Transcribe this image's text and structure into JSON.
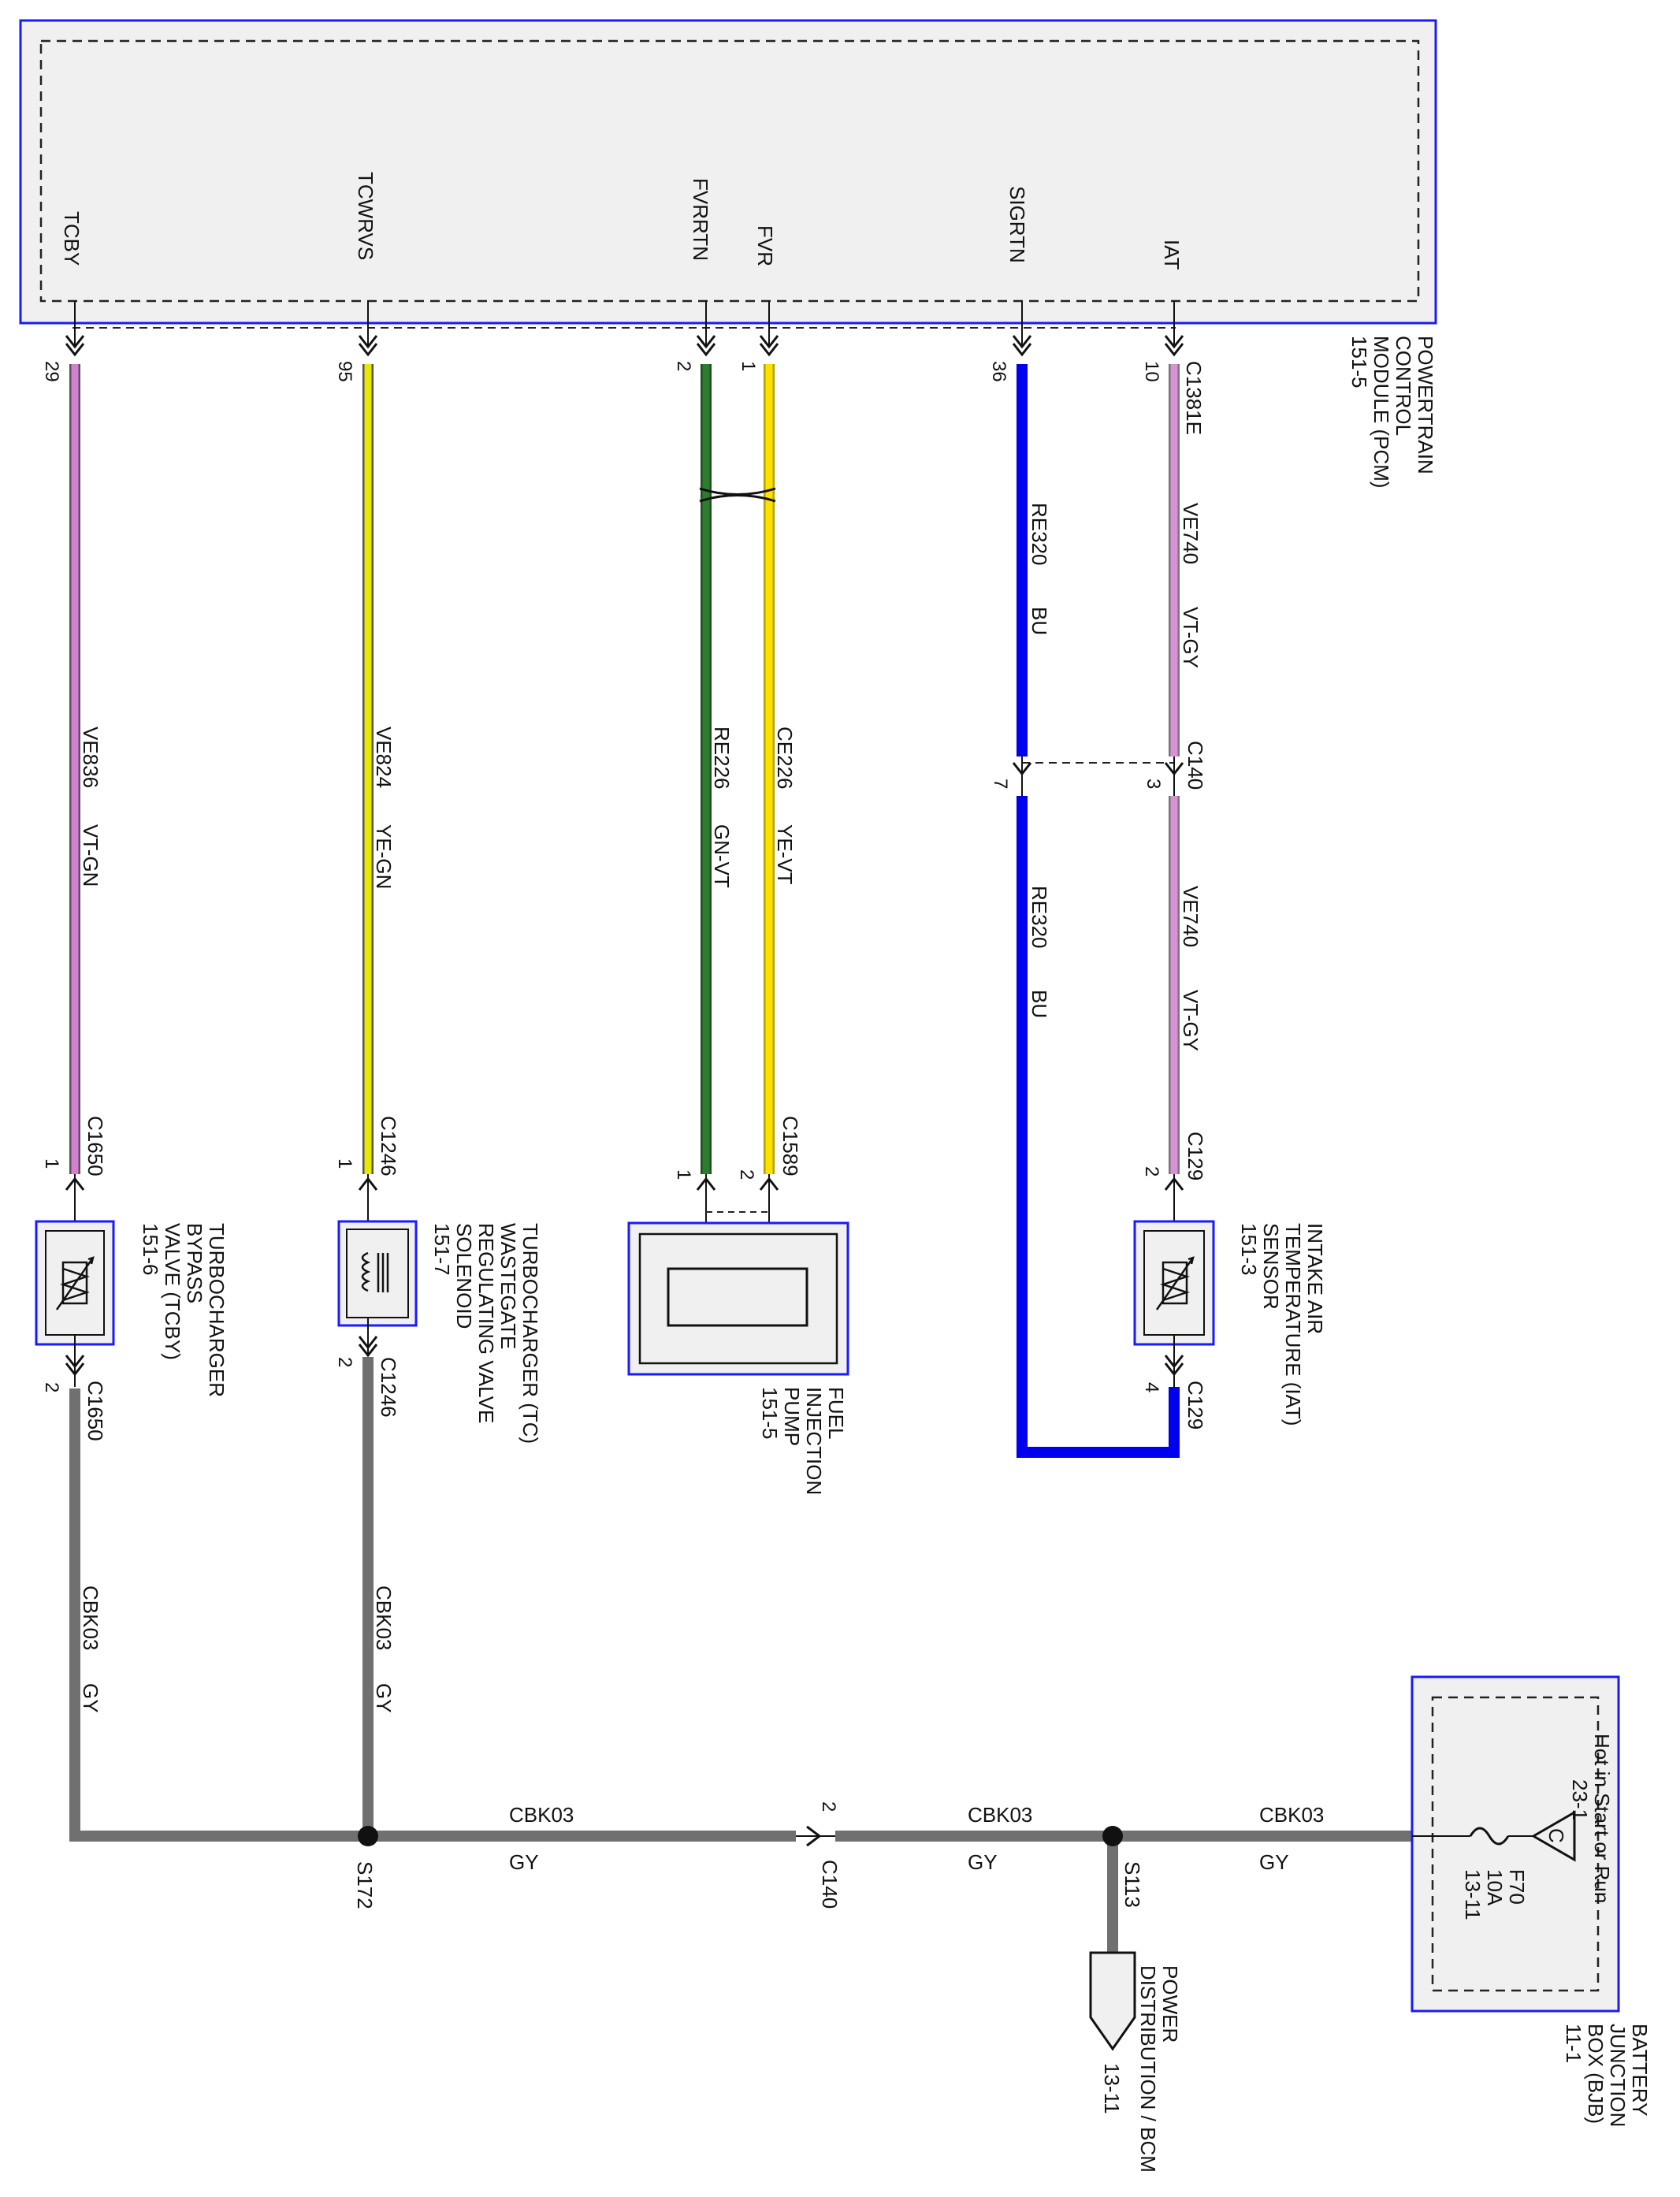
{
  "pcm": {
    "title_lines": [
      "POWERTRAIN",
      "CONTROL",
      "MODULE (PCM)",
      "151-5"
    ],
    "pins": [
      "TCBY",
      "TCWRVS",
      "FVRRTN",
      "FVR",
      "SIGRTN",
      "IAT"
    ]
  },
  "pcm_pins": {
    "tcby": "29",
    "tcwrvs": "95",
    "fvrrtn": "2",
    "fvr": "1",
    "sigrtn": "36",
    "iat": "10"
  },
  "connectors": {
    "c1381e": "C1381E",
    "c140": "C140",
    "c1650": "C1650",
    "c1246": "C1246",
    "c1589": "C1589",
    "c129": "C129"
  },
  "c140_pins": {
    "sigrtn": "7",
    "iat": "3",
    "gy": "2"
  },
  "pins_misc": {
    "one": "1",
    "two": "2",
    "four": "4"
  },
  "wires": {
    "tcby": {
      "circuit": "VE836",
      "color": "VT-GN"
    },
    "tcwrvs": {
      "circuit": "VE824",
      "color": "YE-GN"
    },
    "fvrrtn": {
      "circuit": "RE226",
      "color": "GN-VT"
    },
    "fvr": {
      "circuit": "CE226",
      "color": "YE-VT"
    },
    "sigrtn": {
      "circuit": "RE320",
      "color": "BU"
    },
    "iat": {
      "circuit": "VE740",
      "color": "VT-GY"
    },
    "power": {
      "circuit": "CBK03",
      "color": "GY"
    }
  },
  "components": {
    "tcby": [
      "TURBOCHARGER",
      "BYPASS",
      "VALVE (TCBY)",
      "151-6"
    ],
    "tcwrvs": [
      "TURBOCHARGER (TC)",
      "WASTEGATE",
      "REGULATING VALVE",
      "SOLENOID",
      "151-7"
    ],
    "pump": [
      "FUEL",
      "INJECTION",
      "PUMP",
      "151-5"
    ],
    "iat": [
      "INTAKE AIR",
      "TEMPERATURE (IAT)",
      "SENSOR",
      "151-3"
    ]
  },
  "splices": {
    "s172": "S172",
    "s113": "S113"
  },
  "power_dist": [
    "POWER",
    "DISTRIBUTION / BCM",
    "13-11"
  ],
  "bjb": {
    "title_lines": [
      "BATTERY",
      "JUNCTION",
      "BOX (BJB)",
      "11-1"
    ],
    "hot_lines": [
      "Hot in Start or Run",
      "23-1"
    ],
    "fuse_lines": [
      "F70",
      "10A",
      "13-11"
    ],
    "tri_letter": "C"
  },
  "colors": {
    "module_outline": "#1a1aff",
    "module_fill": "#f0f0f0",
    "vt_gn": "#d47fd4",
    "ye_gn": "#e8e800",
    "gn_vt": "#2e7d2e",
    "ye_vt": "#ffe000",
    "bu": "#0000ee",
    "vt_gy": "#d890d8",
    "gy": "#707070"
  }
}
